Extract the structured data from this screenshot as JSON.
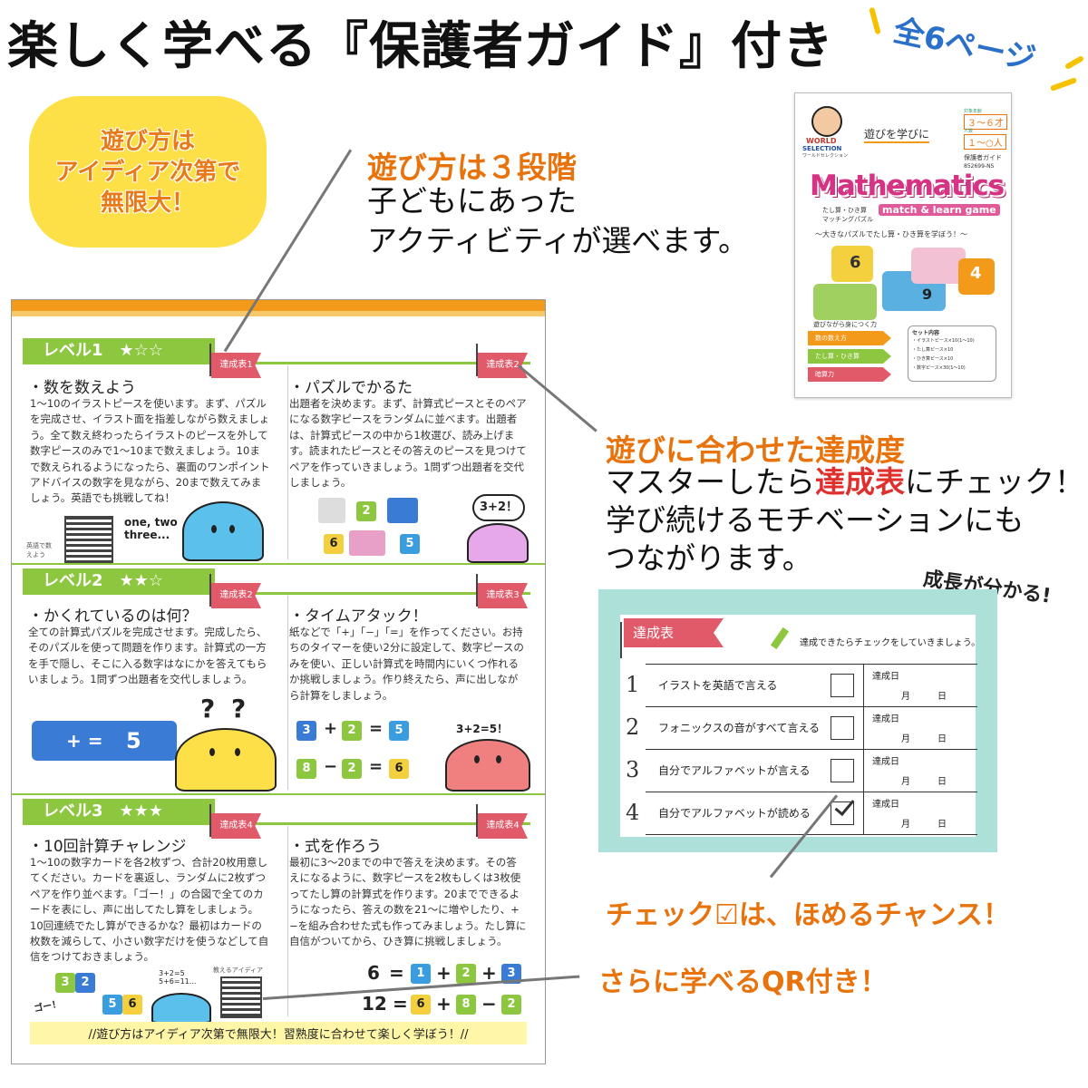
{
  "header": {
    "title": "楽しく学べる『保護者ガイド』付き",
    "pages_badge": "全6ページ"
  },
  "burst": {
    "line1": "遊び方は",
    "line2": "アイディア次第で",
    "line3": "無限大！"
  },
  "callout_levels": {
    "heading": "遊び方は３段階",
    "line1": "子どもにあった",
    "line2": "アクティビティが選べます。"
  },
  "callout_progress": {
    "heading": "遊びに合わせた達成度",
    "line1_pre": "マスターしたら",
    "line1_red": "達成表",
    "line1_post": "にチェック！",
    "line2": "学び続けるモチベーションにも",
    "line3": "つながります。"
  },
  "callout_check": {
    "text": "チェック☑は、ほめるチャンス！"
  },
  "callout_qr": {
    "text": "さらに学べるQR付き！"
  },
  "growth_label": "成長が分かる!",
  "book": {
    "brand_top": "WORLD",
    "brand_bottom": "SELECTION",
    "brand_sub": "ワールドセレクション",
    "tagline": "遊びを学びに",
    "age_label": "対象年齢",
    "age": "３～６才",
    "players_label": "人数",
    "players": "１～○人",
    "guide_label": "保護者ガイド",
    "code": "852699-NS",
    "title": "Mathematics",
    "subtitle": "match & learn game",
    "jp_sub1": "たし算・ひき算",
    "jp_sub2": "マッチングパズル",
    "catch": "～大きなパズルでたし算・ひき算を学ぼう！～",
    "skills_label": "遊びながら身につく力",
    "skills": [
      "数の数え方",
      "たし算・ひき算",
      "暗算力"
    ],
    "set_label": "セット内容",
    "set_items": [
      "・イラストピース×10(1～10)",
      "・たし算ピース×10",
      "・ひき算ピース×10",
      "・数字ピース×30(1～10)"
    ],
    "tile_6": "6",
    "tile_4": "4",
    "tile_9": "9"
  },
  "sheet": {
    "footer": "//遊び方はアイディア次第で無限大！習熟度に合わせて楽しく学ぼう！//",
    "flag_label": "達成表",
    "levels": [
      {
        "label": "レベル1　★☆☆",
        "left": {
          "flag_num": "1",
          "heading": "・数を数えよう",
          "body": "1～10のイラストピースを使います。まず、パズルを完成させ、イラスト面を指差しながら数えましょう。全て数え終わったらイラストのピースを外して数字ピースのみで1～10まで数えましょう。10まで数えられるようになったら、裏面のワンポイントアドバイスの数字を見ながら、20まで数えてみましょう。英語でも挑戦してね！",
          "qr_note": "英語で数えよう",
          "speech": "one, two three..."
        },
        "right": {
          "flag_num": "2",
          "heading": "・パズルでかるた",
          "body": "出題者を決めます。まず、計算式ピースとそのペアになる数字ピースをランダムに並べます。出題者は、計算式ピースの中から1枚選び、読み上げます。読まれたピースとその答えのピースを見つけてペアを作っていきましょう。1問ずつ出題者を交代しましょう。",
          "speech": "3+2！",
          "tiles": [
            "2",
            "6",
            "5"
          ]
        }
      },
      {
        "label": "レベル2　★★☆",
        "left": {
          "flag_num": "2",
          "heading": "・かくれているのは何？",
          "body": "全ての計算式パズルを完成させます。完成したら、そのパズルを使って問題を作ります。計算式の一方を手で隠し、そこに入る数字はなにかを答えてもらいましょう。1問ずつ出題者を交代しましょう。",
          "puzzle": "+ =",
          "answer": "5",
          "qq": "? ?"
        },
        "right": {
          "flag_num": "3",
          "heading": "・タイムアタック！",
          "body": "紙などで「+」「−」「=」を作ってください。お持ちのタイマーを使い2分に設定して、数字ピースのみを使い、正しい計算式を時間内にいくつ作れるか挑戦しましょう。作り終えたら、声に出しながら計算をしましょう。",
          "eq1": [
            "3",
            "+",
            "2",
            "=",
            "5"
          ],
          "eq2": [
            "8",
            "−",
            "2",
            "=",
            "6"
          ],
          "speech": "3+2=5！"
        }
      },
      {
        "label": "レベル3　★★★",
        "left": {
          "flag_num": "4",
          "heading": "・10回計算チャレンジ",
          "body": "1～10の数字カードを各2枚ずつ、合計20枚用意してください。カードを裏返し、ランダムに2枚ずつペアを作り並べます。「ゴー！」の合図で全てのカードを表にし、声に出してたし算をしましょう。10回連続でたし算ができるかな？最初はカードの枚数を減らして、小さい数字だけを使うなどして自信をつけておきましょう。",
          "go": "ゴー！",
          "calc": "3+2=5 5+6=11...",
          "qr_note": "教えるアイディア",
          "tiles": [
            "3",
            "2",
            "5",
            "6"
          ]
        },
        "right": {
          "flag_num": "4",
          "heading": "・式を作ろう",
          "body": "最初に3～20までの中で答えを決めます。その答えになるように、数字ピースを2枚もしくは3枚使ってたし算の計算式を作ります。20までできるようになったら、答えの数を21～に増やしたり、+−を組み合わせた式も作ってみましょう。たし算に自信がついてから、ひき算に挑戦しましょう。",
          "eq1": [
            "6",
            "=",
            "1",
            "+",
            "2",
            "+",
            "3"
          ],
          "eq2": [
            "12",
            "=",
            "6",
            "+",
            "8",
            "−",
            "2"
          ]
        }
      }
    ]
  },
  "chart": {
    "title": "達成表",
    "instruction": "達成できたらチェックをしていきましょう。",
    "date_label": "達成日",
    "month": "月",
    "day": "日",
    "rows": [
      {
        "num": "1",
        "label": "イラストを英語で言える",
        "checked": false
      },
      {
        "num": "2",
        "label": "フォニックスの音がすべて言える",
        "checked": false
      },
      {
        "num": "3",
        "label": "自分でアルファベットが言える",
        "checked": false
      },
      {
        "num": "4",
        "label": "自分でアルファベットが読める",
        "checked": true
      }
    ]
  },
  "colors": {
    "orange": "#e8730c",
    "green": "#8dc63f",
    "pink_flag": "#e05a6a",
    "yellow": "#fde047",
    "teal": "#aee0da",
    "red": "#e0302e",
    "blue_badge": "#2a6fc9"
  }
}
